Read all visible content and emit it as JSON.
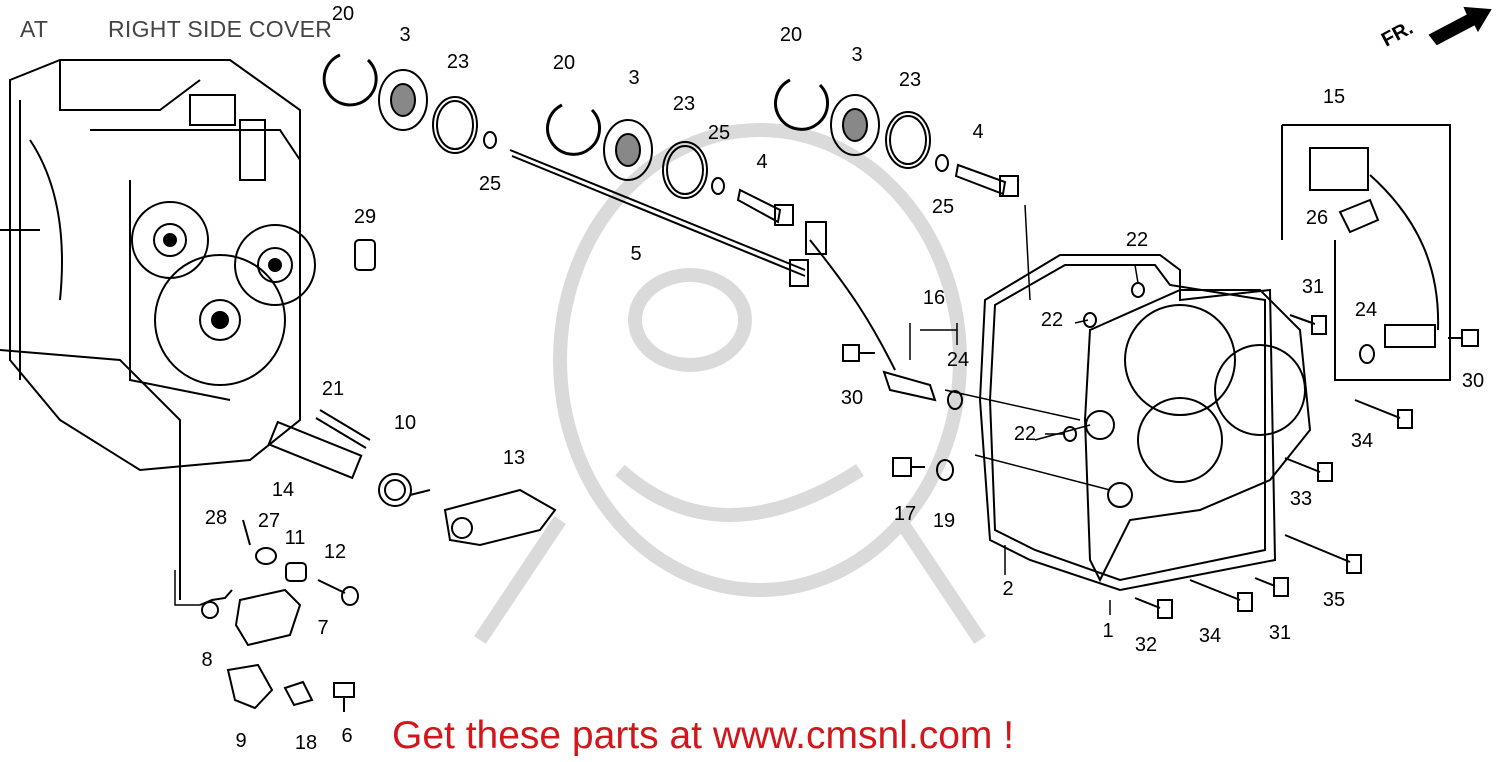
{
  "header": {
    "model": "AT",
    "title": "RIGHT SIDE COVER"
  },
  "direction_marker": {
    "label": "FR."
  },
  "footer": {
    "text": "Get these parts at www.cmsnl.com !",
    "color": "#d2161b"
  },
  "callouts": {
    "c20a": "20",
    "c3a": "3",
    "c23a": "23",
    "c25a": "25",
    "c20b": "20",
    "c3b": "3",
    "c23b": "23",
    "c25b": "25",
    "c4a": "4",
    "c20c": "20",
    "c3c": "3",
    "c23c": "23",
    "c25c": "25",
    "c4b": "4",
    "c29": "29",
    "c5": "5",
    "c15": "15",
    "c26": "26",
    "c22a": "22",
    "c16": "16",
    "c22b": "22",
    "c31a": "31",
    "c24a": "24",
    "c24b": "24",
    "c30a": "30",
    "c30b": "30",
    "c21": "21",
    "c10": "10",
    "c22c": "22",
    "c34a": "34",
    "c14": "14",
    "c13": "13",
    "c17": "17",
    "c19": "19",
    "c33": "33",
    "c28": "28",
    "c27": "27",
    "c11": "11",
    "c12": "12",
    "c2": "2",
    "c35": "35",
    "c7": "7",
    "c8": "8",
    "c1": "1",
    "c32": "32",
    "c34b": "34",
    "c31b": "31",
    "c9": "9",
    "c18": "18",
    "c6": "6"
  }
}
